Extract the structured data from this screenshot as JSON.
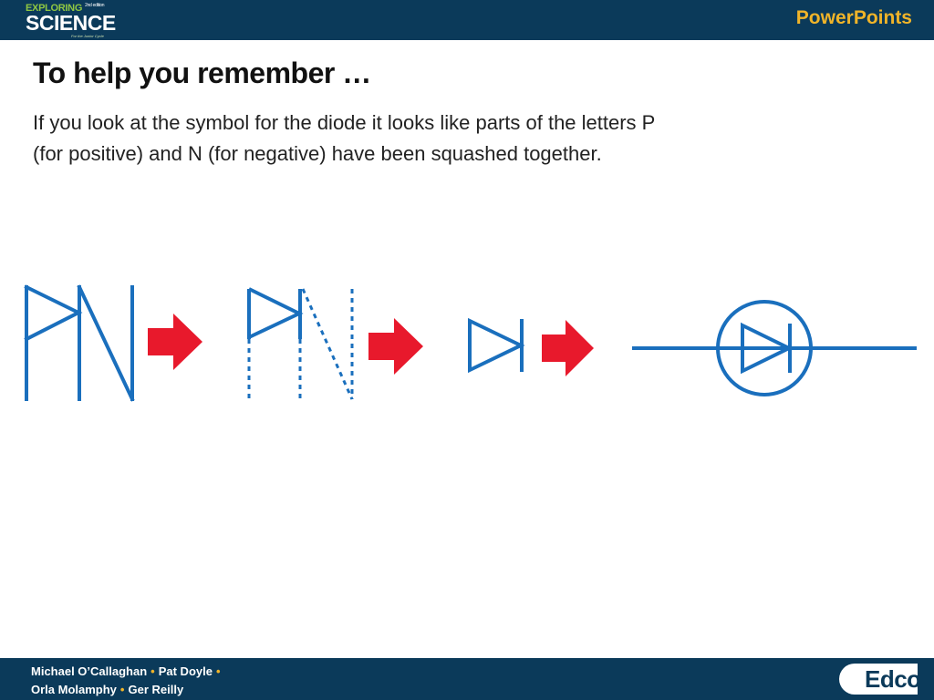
{
  "header": {
    "logo_line1": "EXPLORING",
    "logo_edition": "2nd edition",
    "logo_line2": "SCIENCE",
    "logo_tagline": "For the Junior Cycle",
    "brand": "PowerPoints"
  },
  "slide": {
    "title": "To help you remember …",
    "body_line1": "If you look at the symbol for the diode it looks like parts of the letters P",
    "body_line2": "(for positive) and N (for negative) have been squashed together."
  },
  "diagram": {
    "steps": [
      "letters-P-N",
      "P-N-partial",
      "diode-symbol",
      "diode-circuit-symbol"
    ],
    "colors": {
      "symbol": "#1a6fbd",
      "arrow": "#e8192c"
    }
  },
  "footer": {
    "author1": "Michael O’Callaghan",
    "author2": "Pat Doyle",
    "author3": "Orla Molamphy",
    "author4": "Ger Reilly",
    "separator": "•",
    "publisher": "Edco"
  }
}
